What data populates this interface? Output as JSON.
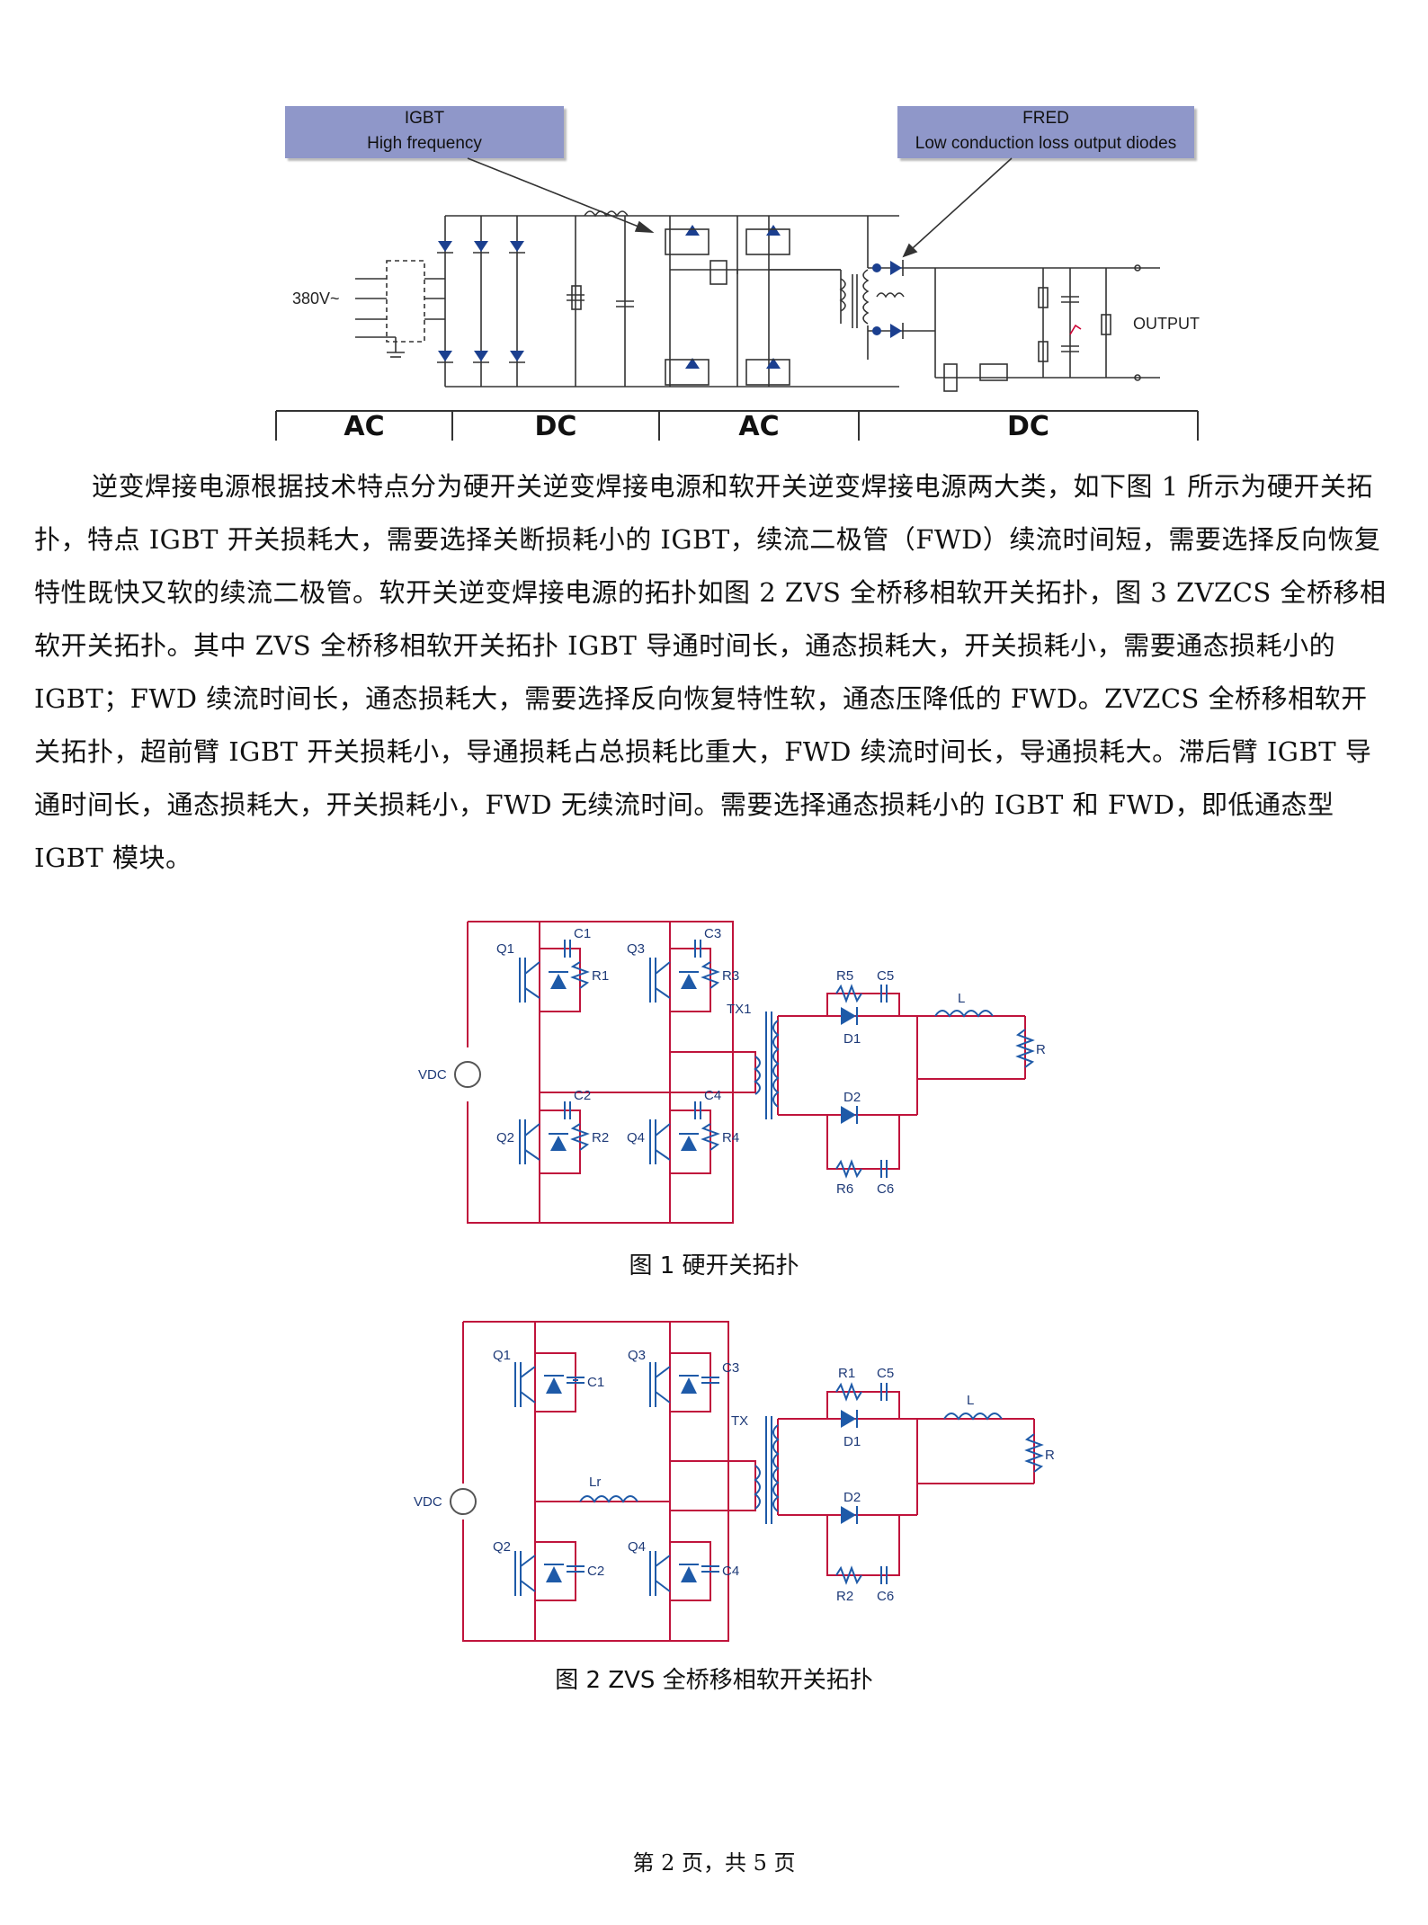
{
  "top_figure": {
    "igbt_box": {
      "line1": "IGBT",
      "line2": "High frequency"
    },
    "fred_box": {
      "line1": "FRED",
      "line2": "Low conduction loss output diodes"
    },
    "input_label": "380V~",
    "output_label": "OUTPUT",
    "bands": [
      "AC",
      "DC",
      "AC",
      "DC"
    ]
  },
  "body_text": {
    "paragraph": "逆变焊接电源根据技术特点分为硬开关逆变焊接电源和软开关逆变焊接电源两大类，如下图 1 所示为硬开关拓扑，特点 IGBT 开关损耗大，需要选择关断损耗小的 IGBT，续流二极管（FWD）续流时间短，需要选择反向恢复特性既快又软的续流二极管。软开关逆变焊接电源的拓扑如图 2 ZVS 全桥移相软开关拓扑，图 3 ZVZCS 全桥移相软开关拓扑。其中 ZVS 全桥移相软开关拓扑 IGBT 导通时间长，通态损耗大，开关损耗小，需要通态损耗小的 IGBT；FWD 续流时间长，通态损耗大，需要选择反向恢复特性软，通态压降低的 FWD。ZVZCS 全桥移相软开关拓扑，超前臂 IGBT 开关损耗小，导通损耗占总损耗比重大，FWD 续流时间长，导通损耗大。滞后臂 IGBT 导通时间长，通态损耗大，开关损耗小，FWD 无续流时间。需要选择通态损耗小的 IGBT 和 FWD，即低通态型 IGBT 模块。"
  },
  "figure1": {
    "caption": "图 1 硬开关拓扑",
    "labels": {
      "vdc": "VDC",
      "q1": "Q1",
      "q2": "Q2",
      "q3": "Q3",
      "q4": "Q4",
      "c1": "C1",
      "c2": "C2",
      "c3": "C3",
      "c4": "C4",
      "c5": "C5",
      "c6": "C6",
      "r1": "R1",
      "r2": "R2",
      "r3": "R3",
      "r4": "R4",
      "r5": "R5",
      "r6": "R6",
      "tx": "TX1",
      "d1": "D1",
      "d2": "D2",
      "l": "L",
      "r": "R"
    }
  },
  "figure2": {
    "caption": "图 2 ZVS 全桥移相软开关拓扑",
    "labels": {
      "vdc": "VDC",
      "q1": "Q1",
      "q2": "Q2",
      "q3": "Q3",
      "q4": "Q4",
      "c1": "C1",
      "c2": "C2",
      "c3": "C3",
      "c4": "C4",
      "c5": "C5",
      "c6": "C6",
      "r1": "R1",
      "r2": "R2",
      "tx": "TX",
      "lr": "Lr",
      "d1": "D1",
      "d2": "D2",
      "l": "L",
      "r": "R"
    }
  },
  "footer": {
    "page": "第 2 页，共 5 页"
  }
}
